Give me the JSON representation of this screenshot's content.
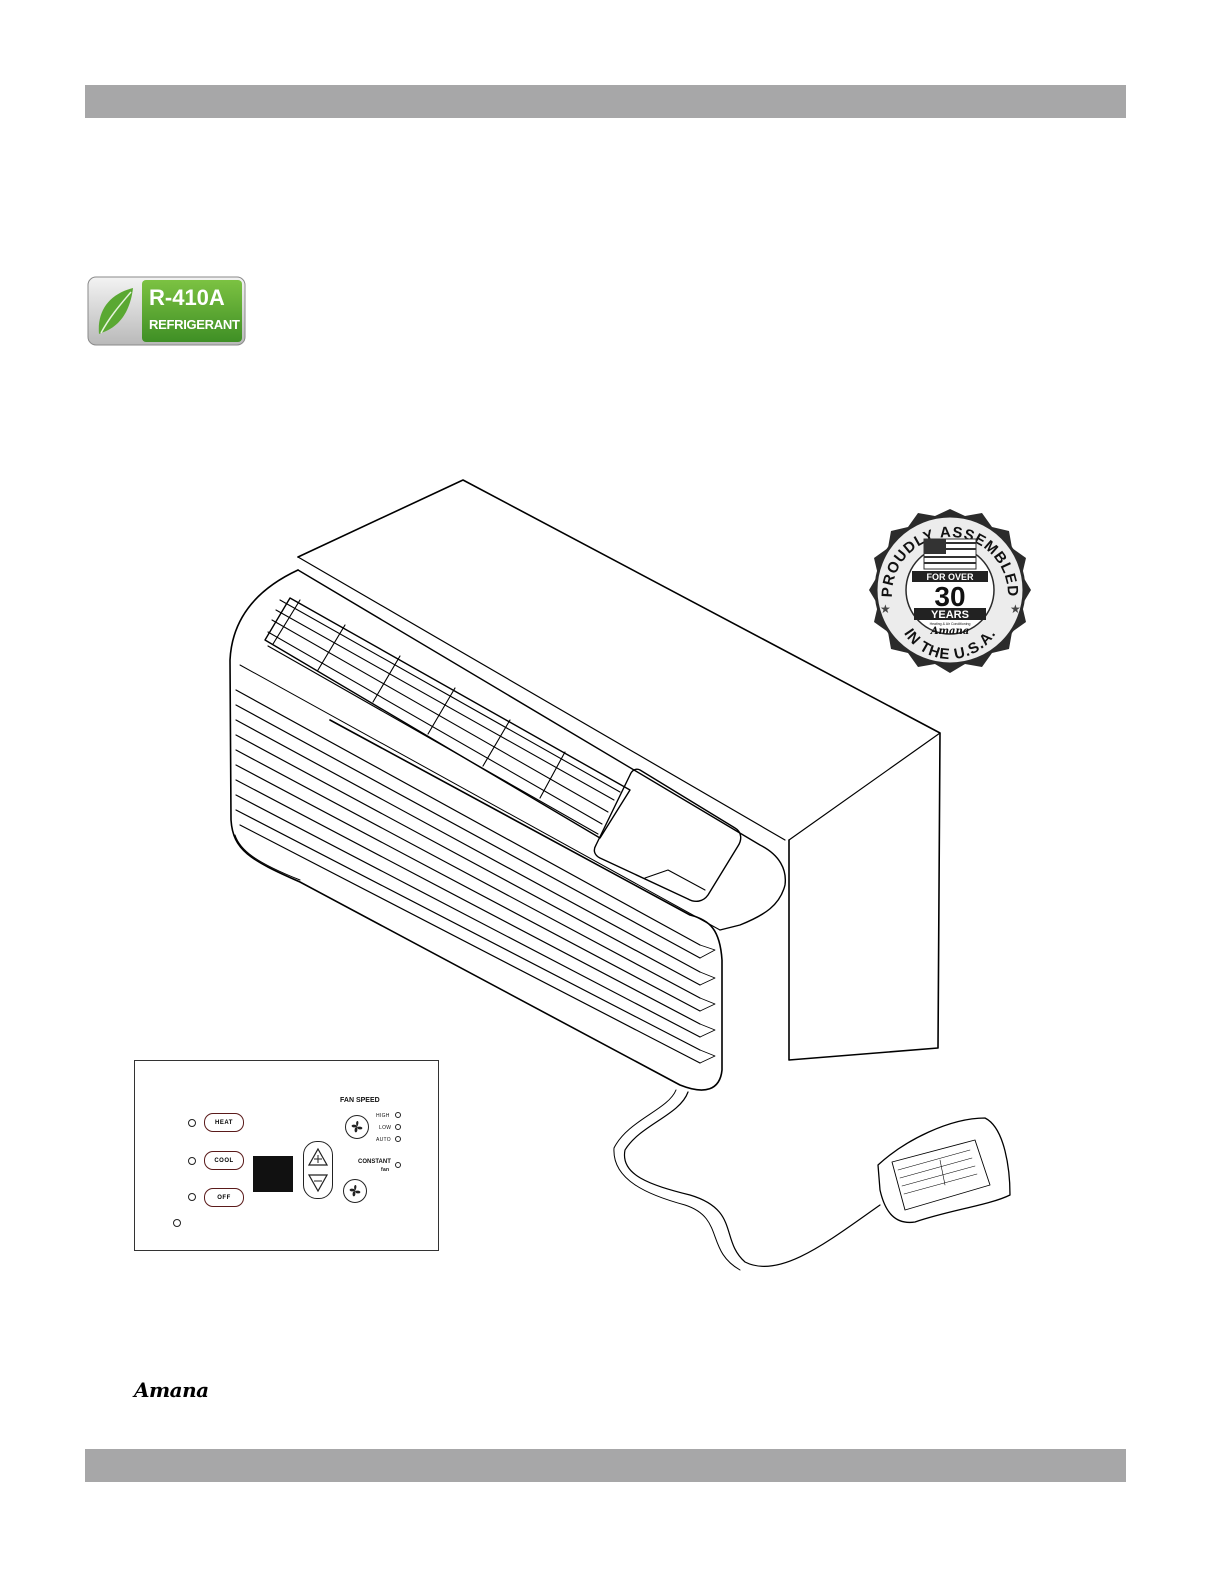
{
  "badge": {
    "line1": "R-410A",
    "line2": "REFRIGERANT",
    "icon": "leaf-icon",
    "accent": "#5aa832"
  },
  "seal": {
    "top_arc": "PROUDLY ASSEMBLED",
    "bottom_arc": "IN THE U.S.A.",
    "for_over": "FOR OVER",
    "number": "30",
    "years": "YEARS",
    "brand": "Amana",
    "brand_sub": "Heating & Air Conditioning",
    "icon": "us-flag-icon"
  },
  "control_panel": {
    "buttons": {
      "heat": "HEAT",
      "cool": "COOL",
      "off": "OFF"
    },
    "fan_speed_title": "FAN SPEED",
    "fan_speeds": [
      "HIGH",
      "LOW",
      "AUTO"
    ],
    "constant": "CONSTANT",
    "constant_sub": "fan"
  },
  "footer": {
    "brand": "Amana"
  }
}
